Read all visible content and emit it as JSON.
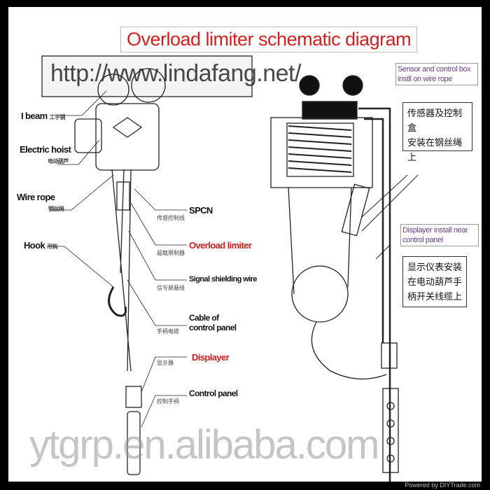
{
  "title": "Overload limiter schematic diagram",
  "left_labels": [
    {
      "en": "I beam",
      "cn": "工字钢"
    },
    {
      "en": "Electric hoist",
      "cn": "电动葫芦"
    },
    {
      "en": "Wire rope",
      "cn": "钢丝绳"
    },
    {
      "en": "Hook",
      "cn": "吊钩"
    }
  ],
  "right_labels": [
    {
      "en": "SPCN",
      "cn": "传感控制线"
    },
    {
      "en": "Overload limiter",
      "cn": "超载限制器"
    },
    {
      "en": "Signal shielding wire",
      "cn": "信号屏蔽线"
    },
    {
      "en": "Cable of control panel",
      "cn": "手柄电缆"
    },
    {
      "en": "Displayer",
      "cn": "显示器"
    },
    {
      "en": "Control panel",
      "cn": "控制手柄"
    }
  ],
  "callouts": {
    "sensor_en": "Sensor and control box instll on wire rope",
    "sensor_cn_1": "传感器及控制盒",
    "sensor_cn_2": "安装在钢丝绳上",
    "display_en": "Displayer install near control panel",
    "display_cn_1": "显示仪表安装",
    "display_cn_2": "在电动葫芦手",
    "display_cn_3": "柄开关线缆上"
  },
  "watermarks": {
    "url": "http://www.lindafang.net/",
    "alibaba": "ytgrp.en.alibaba.com"
  },
  "footer": "Powered by DIYTrade.com",
  "colors": {
    "highlight": "#d41c1c",
    "callout_text": "#6a3f8a"
  }
}
